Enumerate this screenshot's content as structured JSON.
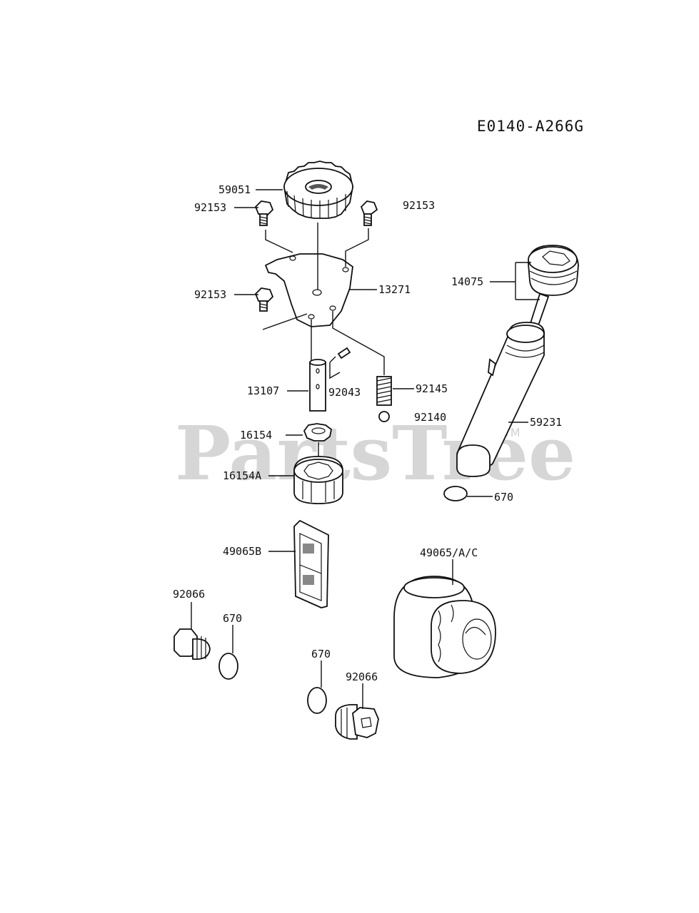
{
  "diagram": {
    "code": "E0140-A266G",
    "watermark": "PartsTree",
    "trademark": "TM",
    "labels": {
      "l59051": "59051",
      "l92153a": "92153",
      "l92153b": "92153",
      "l92153c": "92153",
      "l13271": "13271",
      "l14075": "14075",
      "l13107": "13107",
      "l92043": "92043",
      "l92145": "92145",
      "l92140": "92140",
      "l59231": "59231",
      "l16154": "16154",
      "l16154A": "16154A",
      "l670a": "670",
      "l49065B": "49065B",
      "l49065AC": "49065/A/C",
      "l92066a": "92066",
      "l670b": "670",
      "l670c": "670",
      "l92066b": "92066"
    }
  }
}
